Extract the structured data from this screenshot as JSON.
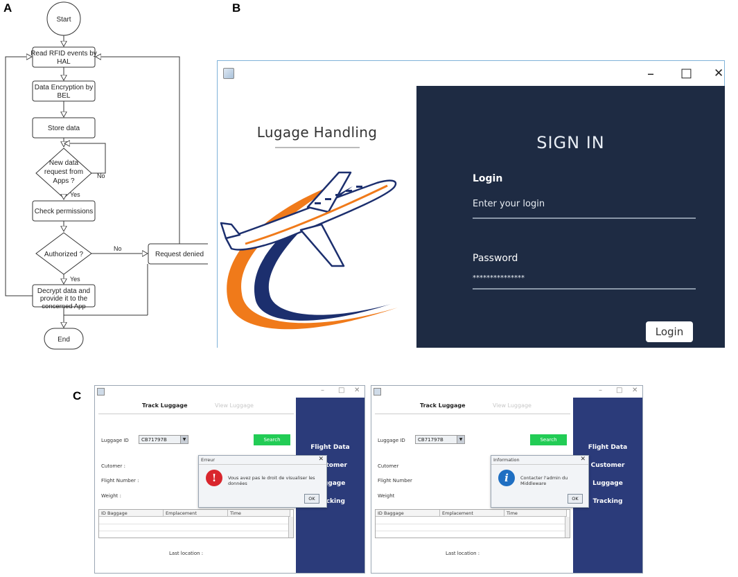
{
  "panel_letters": {
    "a": "A",
    "b": "B",
    "c": "C"
  },
  "flowchart": {
    "start": "Start",
    "read_rfid": [
      "Read RFID events by",
      "HAL"
    ],
    "encryption": [
      "Data Encryption by",
      "BEL"
    ],
    "store": "Store data",
    "new_request": [
      "New data",
      "request from",
      "Apps ?"
    ],
    "check_permissions": "Check permissions",
    "authorized": "Authorized ?",
    "request_denied": "Request denied",
    "decrypt": [
      "Decrypt data and",
      "provide it to the",
      "concerned App"
    ],
    "end": "End",
    "yes1": "Yes",
    "no1": "No",
    "no2": "No",
    "yes2": "Yes"
  },
  "login_window": {
    "window_controls": {
      "minimize": "–",
      "maximize": "□",
      "close": "✕"
    },
    "brand_title": "Lugage Handling",
    "heading": "SIGN IN",
    "login_label": "Login",
    "login_value": "Enter your login",
    "password_label": "Password",
    "password_value": "***************",
    "login_button": "Login",
    "colors": {
      "panel_bg": "#1e2b43",
      "swoosh_orange": "#f07a1a",
      "swoosh_navy": "#1c2f6e"
    }
  },
  "tracking_windows": [
    {
      "window_controls": {
        "minimize": "–",
        "maximize": "□",
        "close": "✕"
      },
      "tab_track": "Track Luggage",
      "tab_view": "View Luggage",
      "luggage_id_label": "Luggage ID",
      "luggage_id_value": "CB71797B",
      "search_button": "Search",
      "customer_label": "Cutomer :",
      "flight_number_label": "Flight Number :",
      "weight_label": "Weight :",
      "table_headers": [
        "ID Baggage",
        "Emplacement",
        "Time"
      ],
      "last_location_label": "Last location :",
      "sidebar": [
        "Flight Data",
        "Customer",
        "Luggage",
        "Tracking"
      ],
      "dialog": {
        "title": "Erreur",
        "close": "✕",
        "icon": "!",
        "icon_color": "#d9262d",
        "message": "Vous avez pas le droit de visualiser les données",
        "ok": "OK"
      }
    },
    {
      "window_controls": {
        "minimize": "–",
        "maximize": "□",
        "close": "✕"
      },
      "tab_track": "Track Luggage",
      "tab_view": "View Luggage",
      "luggage_id_label": "Luggage ID",
      "luggage_id_value": "CB71797B",
      "search_button": "Search",
      "customer_label": "Cutomer",
      "flight_number_label": "Flight Number",
      "weight_label": "Weight",
      "table_headers": [
        "ID Baggage",
        "Emplacement",
        "Time"
      ],
      "last_location_label": "Last location :",
      "sidebar": [
        "Flight Data",
        "Customer",
        "Luggage",
        "Tracking"
      ],
      "dialog": {
        "title": "Information",
        "close": "✕",
        "icon": "i",
        "icon_color": "#1f6fc2",
        "message": "Contacter l'admin du Middleware",
        "ok": "OK"
      }
    }
  ]
}
